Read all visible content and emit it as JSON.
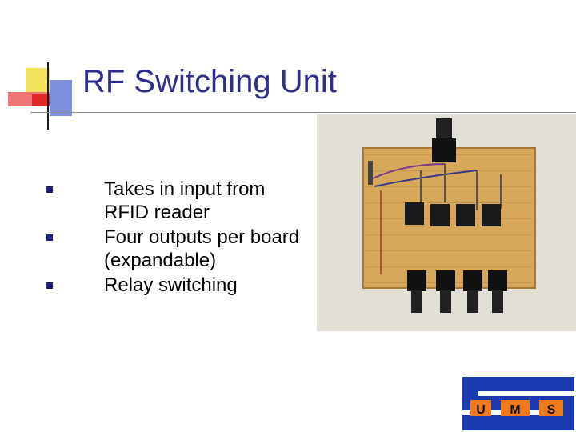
{
  "slide": {
    "title": "RF Switching Unit",
    "bullets": [
      "Takes in input from RFID reader",
      "Four outputs per board (expandable)",
      "Relay switching"
    ]
  },
  "photo": {
    "subject": "RF switching circuit board with BNC connectors"
  },
  "logo": {
    "letters": "UMS"
  },
  "colors": {
    "title": "#2e2e8c",
    "bullet": "#1a1a8c",
    "accent_yellow": "#f2e25a",
    "accent_red": "#e84848",
    "accent_blue": "#4a5ac8"
  }
}
